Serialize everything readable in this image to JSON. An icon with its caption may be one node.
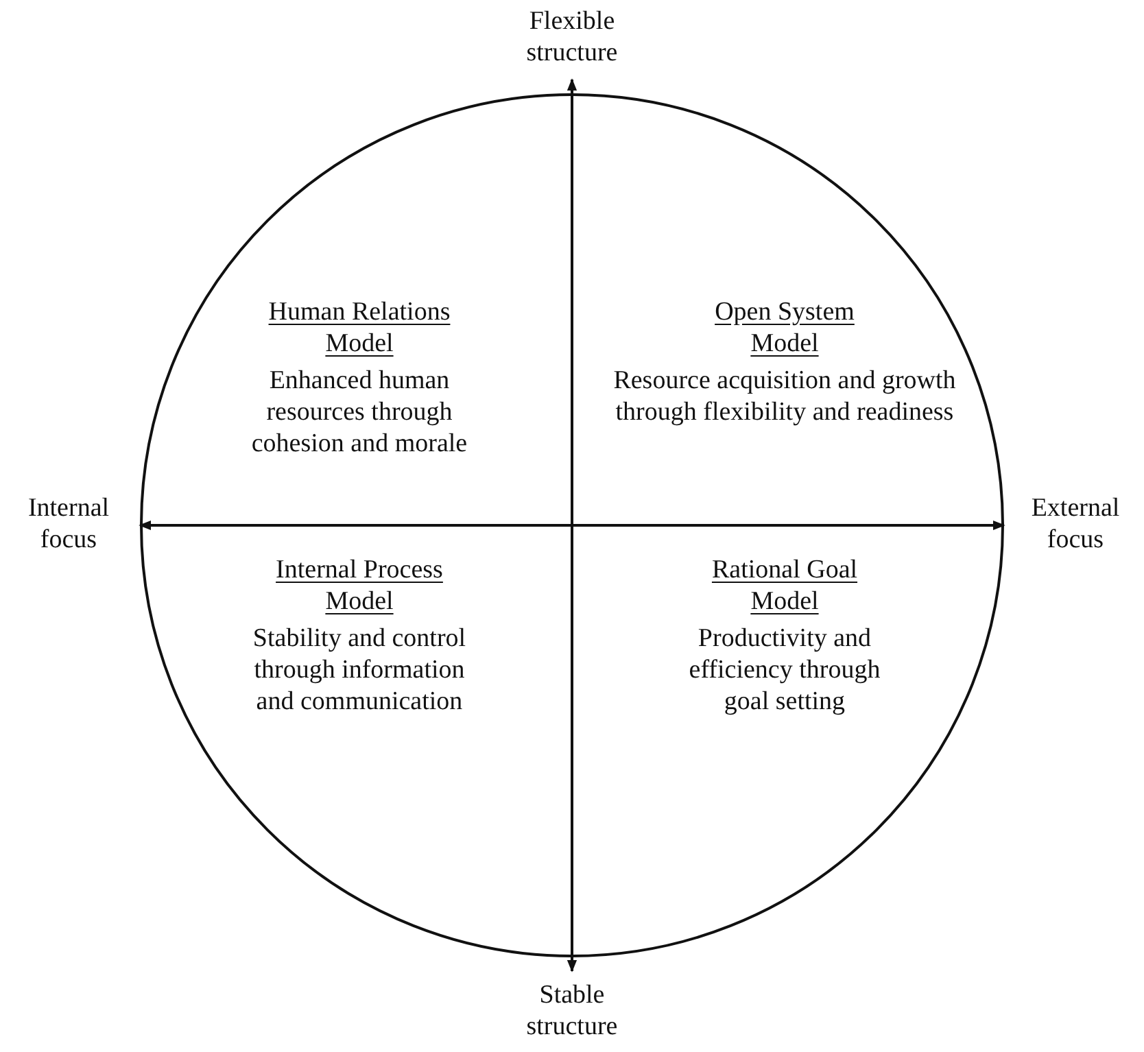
{
  "diagram": {
    "nodes": [
      {
        "text": [
          "Flexible structure"
        ]
      },
      {
        "text": [
          "Internal focus"
        ]
      },
      {
        "text": [
          "External focus"
        ]
      },
      {
        "text": [
          "Stable structure"
        ]
      }
    ],
    "edges": [
      {
        "from": 0,
        "to": 3,
        "arrow": "both"
      },
      {
        "from": 1,
        "to": 2,
        "arrow": "both"
      }
    ],
    "labels": [
      "Human Relations Model",
      "Enhanced human resources through cohesion and morale",
      "Open System Model",
      "Resource acquisition and growth through flexibility and readiness",
      "Internal Process Model",
      "Stability and control through information and communication",
      "Rational Goal Model",
      "Productivity and efficiency through goal setting"
    ]
  }
}
